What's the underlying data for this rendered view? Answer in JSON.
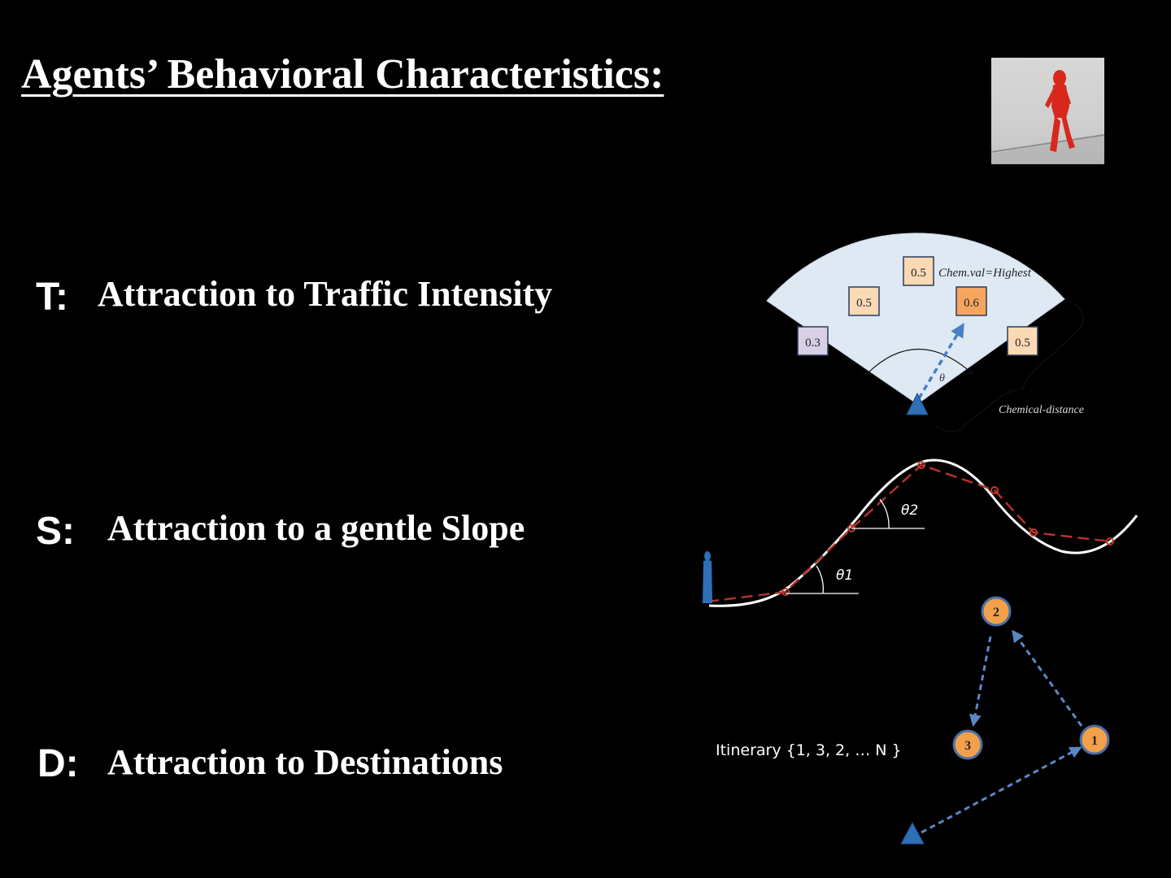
{
  "title": "Agents’ Behavioral Characteristics:",
  "rows": [
    {
      "letter": "T:",
      "text": "Attraction to Traffic Intensity"
    },
    {
      "letter": "S:",
      "text": "Attraction to a gentle Slope"
    },
    {
      "letter": "D:",
      "text": "Attraction to Destinations"
    }
  ],
  "traffic_diagram": {
    "cells": [
      "0.3",
      "0.5",
      "0.5",
      "0.6",
      "0.5"
    ],
    "highest_label": "Chem.val=Highest",
    "angle_label": "θ",
    "distance_label": "Chemical-distance",
    "colors": {
      "sector": "#dfe9f4",
      "cell_light": "#fad9b5",
      "cell_highlight": "#f6a55e",
      "cell_low": "#d8d0e6",
      "arrow": "#4a7fc4",
      "agent": "#2f6fb8"
    }
  },
  "slope_diagram": {
    "theta1_label": "θ1",
    "theta2_label": "θ2",
    "colors": {
      "curve": "#ffffff",
      "path": "#b3332a",
      "agent": "#2f6fb8"
    }
  },
  "destinations_diagram": {
    "itinerary": "Itinerary {1, 3, 2, … N }",
    "nodes": [
      "1",
      "2",
      "3"
    ],
    "colors": {
      "node": "#f3a04a",
      "node_stroke": "#4a6fa5",
      "arrow": "#5b87c5"
    }
  }
}
